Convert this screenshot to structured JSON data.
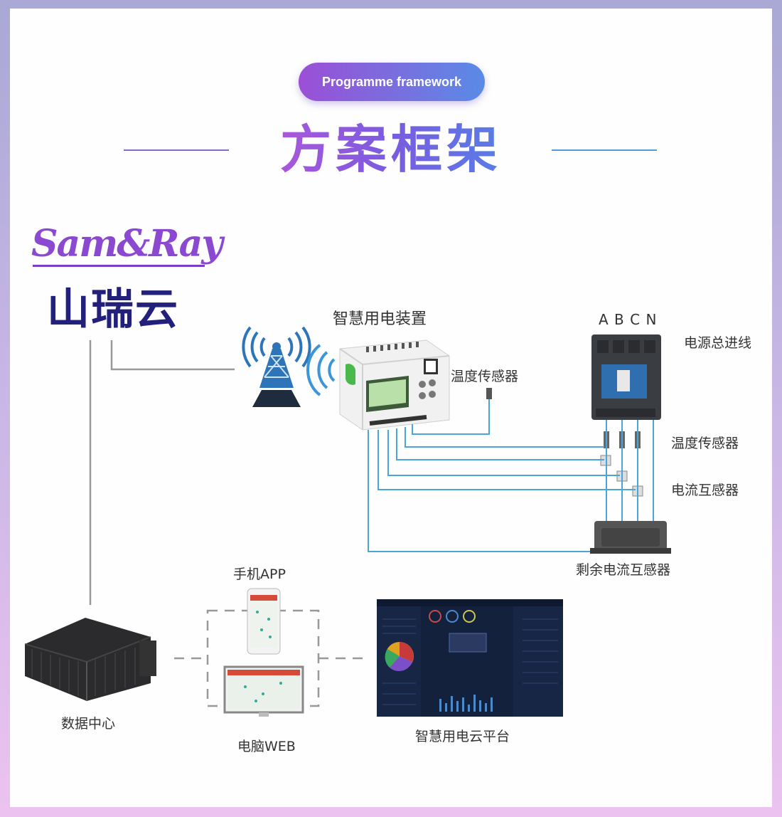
{
  "header": {
    "pill_text": "Programme framework",
    "title": "方案框架"
  },
  "brand": {
    "logo_text": "Sam&Ray",
    "name_cn": "山瑞云"
  },
  "labels": {
    "device": "智慧用电装置",
    "temp_sensor_1": "温度传感器",
    "phases": "A B C N",
    "power_inlet": "电源总进线",
    "temp_sensor_2": "温度传感器",
    "current_transformer": "电流互感器",
    "residual_ct": "剩余电流互感器",
    "mobile_app": "手机APP",
    "pc_web": "电脑WEB",
    "data_center": "数据中心",
    "cloud_platform": "智慧用电云平台"
  },
  "colors": {
    "wire": "#4aa6d8",
    "gray_line": "#999999",
    "accent_purple": "#9b4fd6",
    "accent_blue": "#4f86e8"
  },
  "icons": [
    "antenna-tower-icon",
    "smart-meter-device",
    "circuit-breaker",
    "server-rack-icon",
    "smartphone-icon",
    "monitor-icon",
    "dashboard-screenshot"
  ]
}
